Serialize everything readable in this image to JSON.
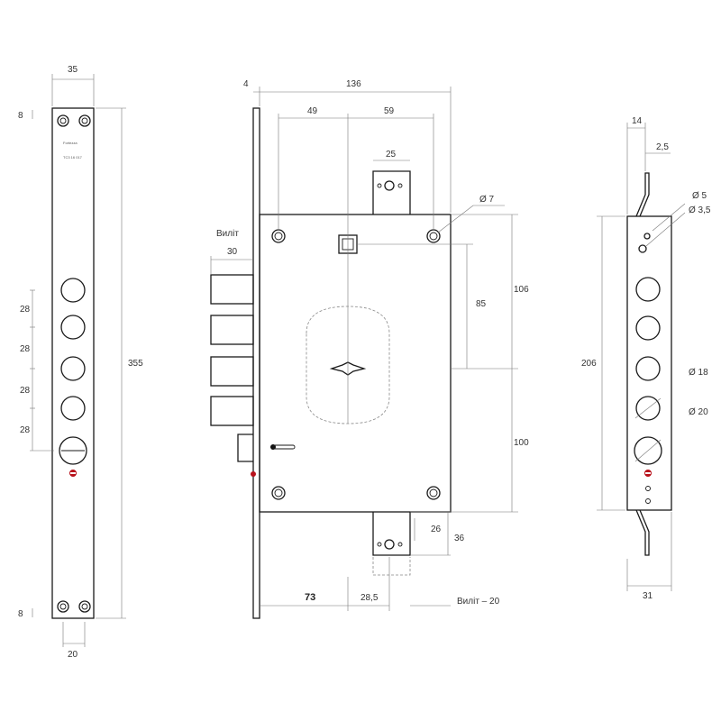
{
  "faceplate": {
    "brand": "Fortezza",
    "model": "TC3 16 017",
    "dims": {
      "width": "35",
      "height": "355",
      "top_offset": "8",
      "bottom_offset": "8",
      "bottom_width": "20",
      "pitch_1": "28",
      "pitch_2": "28",
      "pitch_3": "28",
      "pitch_4": "28"
    }
  },
  "lockbody": {
    "dims": {
      "plate_thickness": "4",
      "total_width": "136",
      "left_span": "49",
      "right_span": "59",
      "bracket_width": "25",
      "hole_diameter": "Ø 7",
      "bolt_throw_label": "Виліт",
      "bolt_throw": "30",
      "upper_height": "106",
      "spindle_height": "85",
      "lower_height": "100",
      "bracket_offset": "26",
      "bracket_depth": "36",
      "backset": "73",
      "key_offset": "28,5",
      "bottom_throw": "Виліт – 20"
    }
  },
  "sideview": {
    "dims": {
      "width_top": "14",
      "offset": "2,5",
      "screw_1": "Ø 5",
      "screw_2": "Ø 3,5",
      "height": "206",
      "bolt_diameter": "Ø 18",
      "deadbolt_diameter": "Ø 20",
      "width_bottom": "31"
    }
  }
}
